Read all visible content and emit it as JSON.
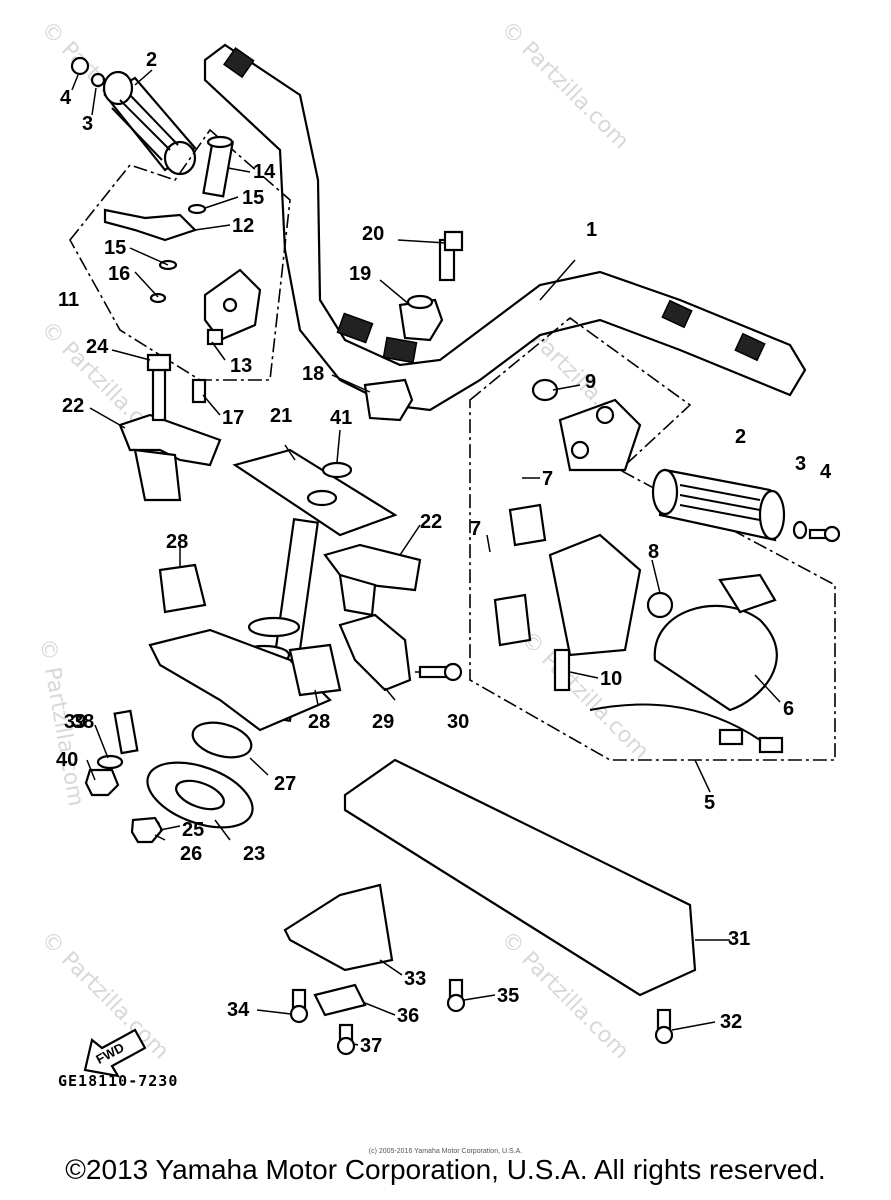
{
  "diagram": {
    "code": "GE18110-7230",
    "fwd_label": "FWD",
    "callouts": [
      "1",
      "2",
      "3",
      "4",
      "5",
      "6",
      "7",
      "8",
      "9",
      "10",
      "11",
      "12",
      "13",
      "14",
      "15",
      "16",
      "17",
      "18",
      "19",
      "20",
      "21",
      "22",
      "23",
      "24",
      "25",
      "26",
      "27",
      "28",
      "29",
      "30",
      "31",
      "32",
      "33",
      "34",
      "35",
      "36",
      "37",
      "38",
      "39",
      "40",
      "41"
    ]
  },
  "watermark": {
    "text": "© Partzilla.com"
  },
  "footer": {
    "copyright": "©2013 Yamaha Motor Corporation, U.S.A. All rights reserved.",
    "small_copyright": "(c) 2005-2016 Yamaha Motor Corporation, U.S.A."
  }
}
